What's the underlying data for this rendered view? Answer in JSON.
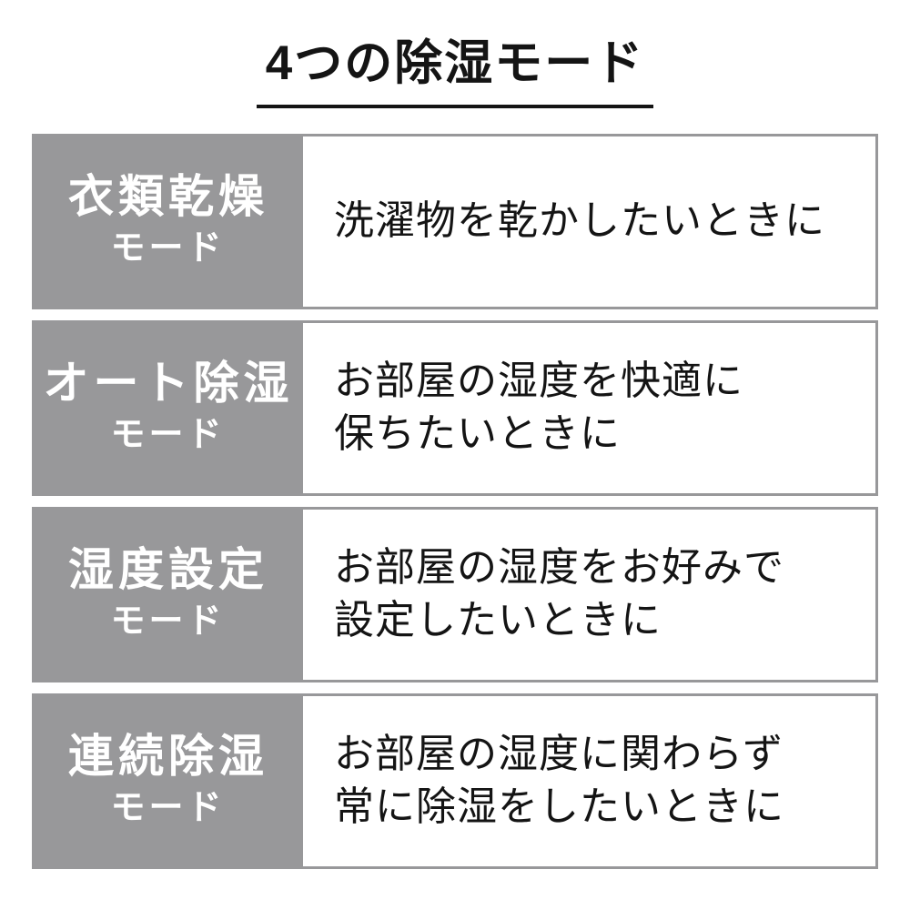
{
  "page": {
    "title": "4つの除湿モード"
  },
  "colors": {
    "box_gray": "#98989a",
    "text_dark": "#141414",
    "label_text": "#ffffff"
  },
  "modes": [
    {
      "name_main": "衣類乾燥",
      "name_sub": "モード",
      "description": "洗濯物を乾かしたいときに"
    },
    {
      "name_main": "オート除湿",
      "name_sub": "モード",
      "description": "お部屋の湿度を快適に\n保ちたいときに"
    },
    {
      "name_main": "湿度設定",
      "name_sub": "モード",
      "description": "お部屋の湿度をお好みで\n設定したいときに"
    },
    {
      "name_main": "連続除湿",
      "name_sub": "モード",
      "description": "お部屋の湿度に関わらず\n常に除湿をしたいときに"
    }
  ]
}
